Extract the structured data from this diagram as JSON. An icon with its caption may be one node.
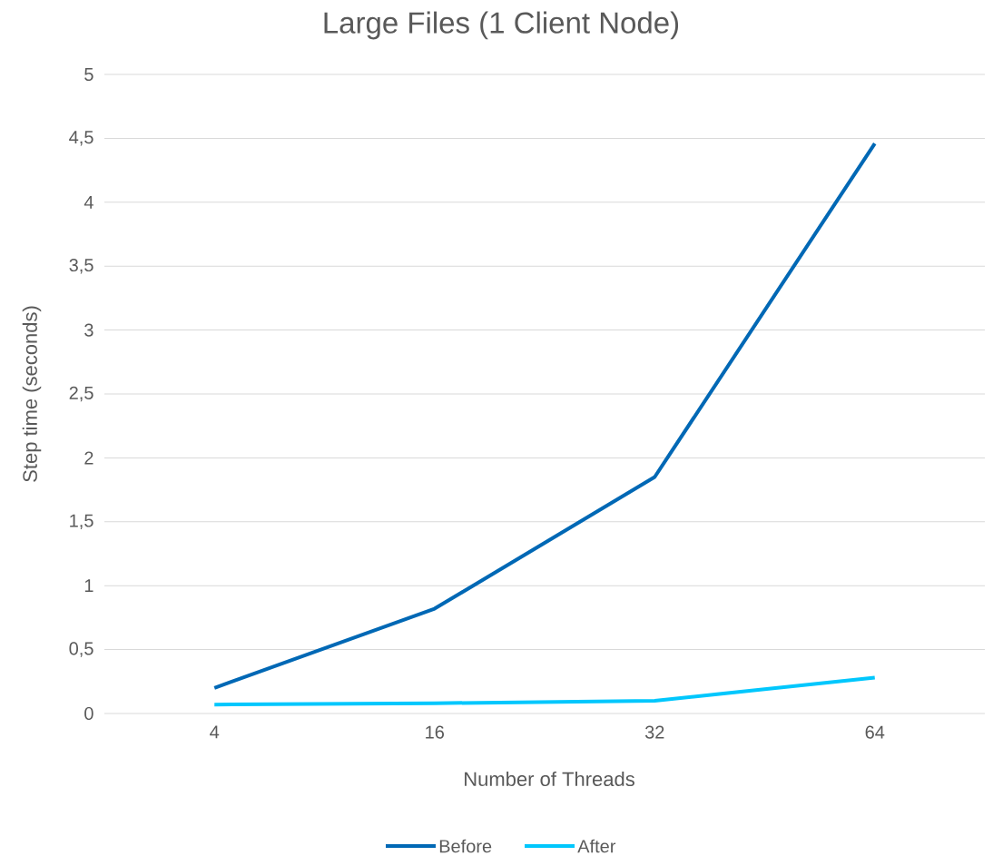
{
  "diagram": {
    "chart_data": {
      "type": "line",
      "title": "Large Files (1 Client Node)",
      "xlabel": "Number of Threads",
      "ylabel": "Step time (seconds)",
      "categories": [
        "4",
        "16",
        "32",
        "64"
      ],
      "series": [
        {
          "name": "Before",
          "color": "#0068b5",
          "values": [
            0.2,
            0.82,
            1.85,
            4.46
          ]
        },
        {
          "name": "After",
          "color": "#00c7fd",
          "values": [
            0.07,
            0.08,
            0.1,
            0.28
          ]
        }
      ],
      "ylim": [
        0,
        5
      ],
      "grid": true,
      "legend": true,
      "yticks": [
        0,
        {
          "value": 0.5,
          "label": "0,5"
        },
        1,
        {
          "value": 1.5,
          "label": "1,5"
        },
        2,
        {
          "value": 2.5,
          "label": "2,5"
        },
        3,
        {
          "value": 3.5,
          "label": "3,5"
        },
        4,
        {
          "value": 4.5,
          "label": "4,5"
        },
        5
      ]
    }
  }
}
